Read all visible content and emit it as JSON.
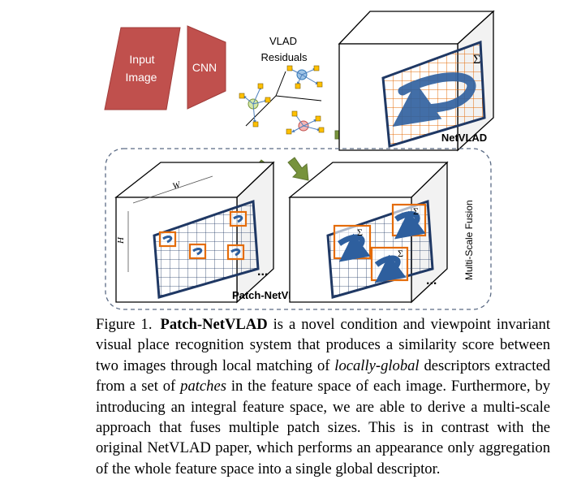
{
  "figure": {
    "input_image_label_line1": "Input",
    "input_image_label_line2": "Image",
    "cnn_label": "CNN",
    "vlad_label_line1": "VLAD",
    "vlad_label_line2": "Residuals",
    "netvlad_label": "NetVLAD",
    "patch_netvlad_label": "Patch-NetVLAD",
    "multiscale_label": "Multi-Scale Fusion",
    "width_label": "W",
    "height_label": "H",
    "sum_symbol": "Σ",
    "ellipsis": "...",
    "colors": {
      "input_red": "#c0504d",
      "grid_orange": "#e46c0a",
      "arrow_blue": "#2e5f9e",
      "arrow_green": "#77933c",
      "box_side": "#f2f2f2",
      "box_front": "#ffffff"
    }
  },
  "caption": {
    "label": "Figure 1.",
    "bold_term": "Patch-NetVLAD",
    "text_1": " is a novel condition and viewpoint invariant visual place recognition system that produces a similarity score between two images through local matching of ",
    "italic_1": "locally-global",
    "text_2": " descriptors extracted from a set of ",
    "italic_2": "patches",
    "text_3": " in the feature space of each image. Furthermore, by introducing an integral feature space, we are able to derive a multi-scale approach that fuses multiple patch sizes. This is in contrast with the original NetVLAD paper, which performs an appearance only aggregation of the whole feature space into a single global descriptor."
  }
}
